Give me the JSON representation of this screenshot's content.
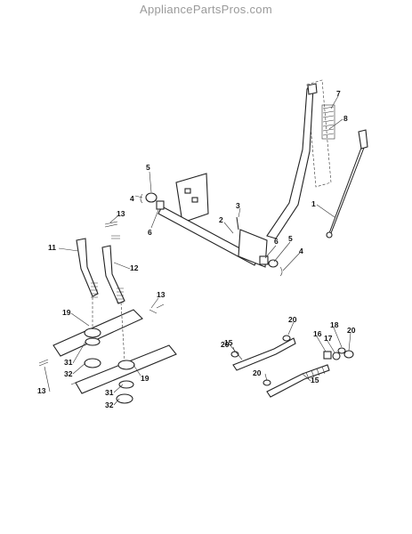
{
  "watermark": "AppliancePartsPros.com",
  "callouts": [
    "1",
    "2",
    "3",
    "4",
    "4",
    "5",
    "5",
    "6",
    "6",
    "7",
    "8",
    "11",
    "12",
    "13",
    "13",
    "13",
    "15",
    "15",
    "16",
    "17",
    "18",
    "19",
    "19",
    "20",
    "20",
    "20",
    "20",
    "31",
    "31",
    "32",
    "32"
  ]
}
